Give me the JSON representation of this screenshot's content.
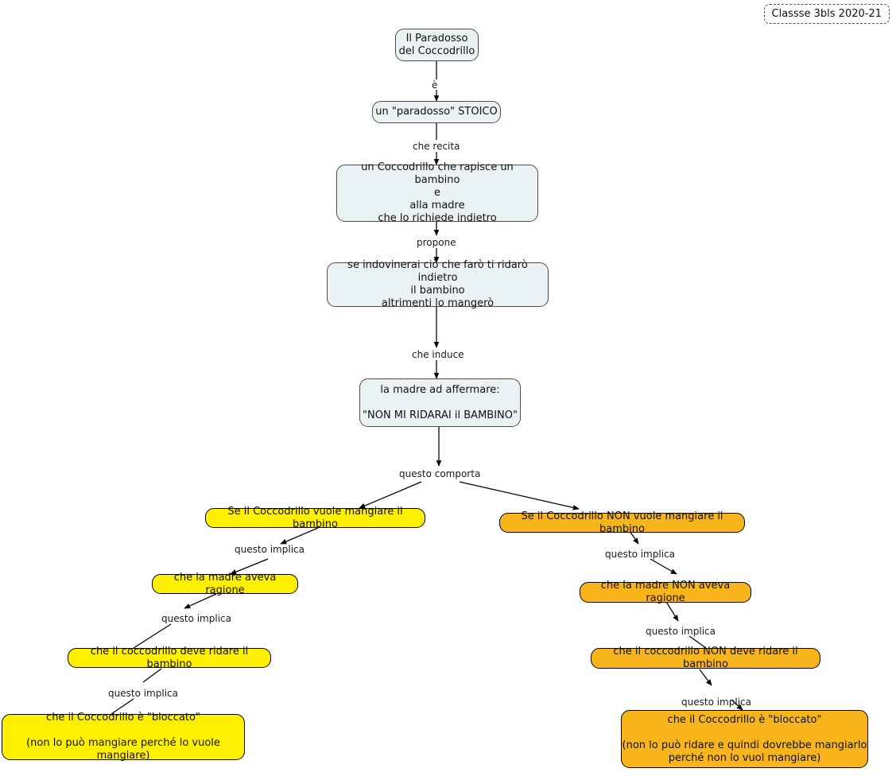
{
  "diagram": {
    "title_tag": "Classse 3bls 2020-21",
    "nodes": [
      {
        "id": "n1",
        "text": "Il Paradosso\ndel Coccodrillo",
        "style": "blue"
      },
      {
        "id": "n2",
        "text": "un \"paradosso\" STOICO",
        "style": "blue"
      },
      {
        "id": "n3",
        "text": "un Coccodrillo che rapisce un bambino\ne\nalla madre\nche lo richiede indietro",
        "style": "blue"
      },
      {
        "id": "n4",
        "text": "se indovinerai ciò che farò ti ridarò indietro\nil bambino\naltrimenti lo mangerò",
        "style": "blue"
      },
      {
        "id": "n5",
        "text": "la madre ad affermare:\n\n\"NON MI RIDARAI il BAMBINO\"",
        "style": "blue"
      },
      {
        "id": "n6",
        "text": "Se il Coccodrillo vuole mangiare il bambino",
        "style": "yellow"
      },
      {
        "id": "n7",
        "text": "che la madre aveva ragione",
        "style": "yellow"
      },
      {
        "id": "n8",
        "text": "che il coccodrillo deve ridare il bambino",
        "style": "yellow"
      },
      {
        "id": "n9",
        "text": "che il Coccodrillo è \"bloccato\"\n\n(non lo può mangiare perché lo vuole mangiare)",
        "style": "yellow"
      },
      {
        "id": "n10",
        "text": "Se il Coccodrillo NON vuole mangiare il bambino",
        "style": "orange"
      },
      {
        "id": "n11",
        "text": "che la madre NON aveva ragione",
        "style": "orange"
      },
      {
        "id": "n12",
        "text": "che il coccodrillo NON deve ridare il bambino",
        "style": "orange"
      },
      {
        "id": "n13",
        "text": "che il Coccodrillo è \"bloccato\"\n\n(non lo può ridare e quindi dovrebbe mangiarlo\nperché non lo vuol mangiare)",
        "style": "orange"
      }
    ],
    "edge_labels": [
      {
        "id": "e1",
        "text": "è"
      },
      {
        "id": "e2",
        "text": "che recita"
      },
      {
        "id": "e3",
        "text": "propone"
      },
      {
        "id": "e4",
        "text": "che induce"
      },
      {
        "id": "e5",
        "text": "questo comporta"
      },
      {
        "id": "e6",
        "text": "questo implica"
      },
      {
        "id": "e7",
        "text": "questo implica"
      },
      {
        "id": "e8",
        "text": "questo implica"
      },
      {
        "id": "e9",
        "text": "questo implica"
      },
      {
        "id": "e10",
        "text": "questo implica"
      },
      {
        "id": "e11",
        "text": "questo implica"
      }
    ],
    "colors": {
      "node_blue_fill": "#eaf2f4",
      "node_yellow_fill": "#ffef00",
      "node_orange_fill": "#f7b51b",
      "stroke": "#000000",
      "background": "#ffffff"
    }
  }
}
